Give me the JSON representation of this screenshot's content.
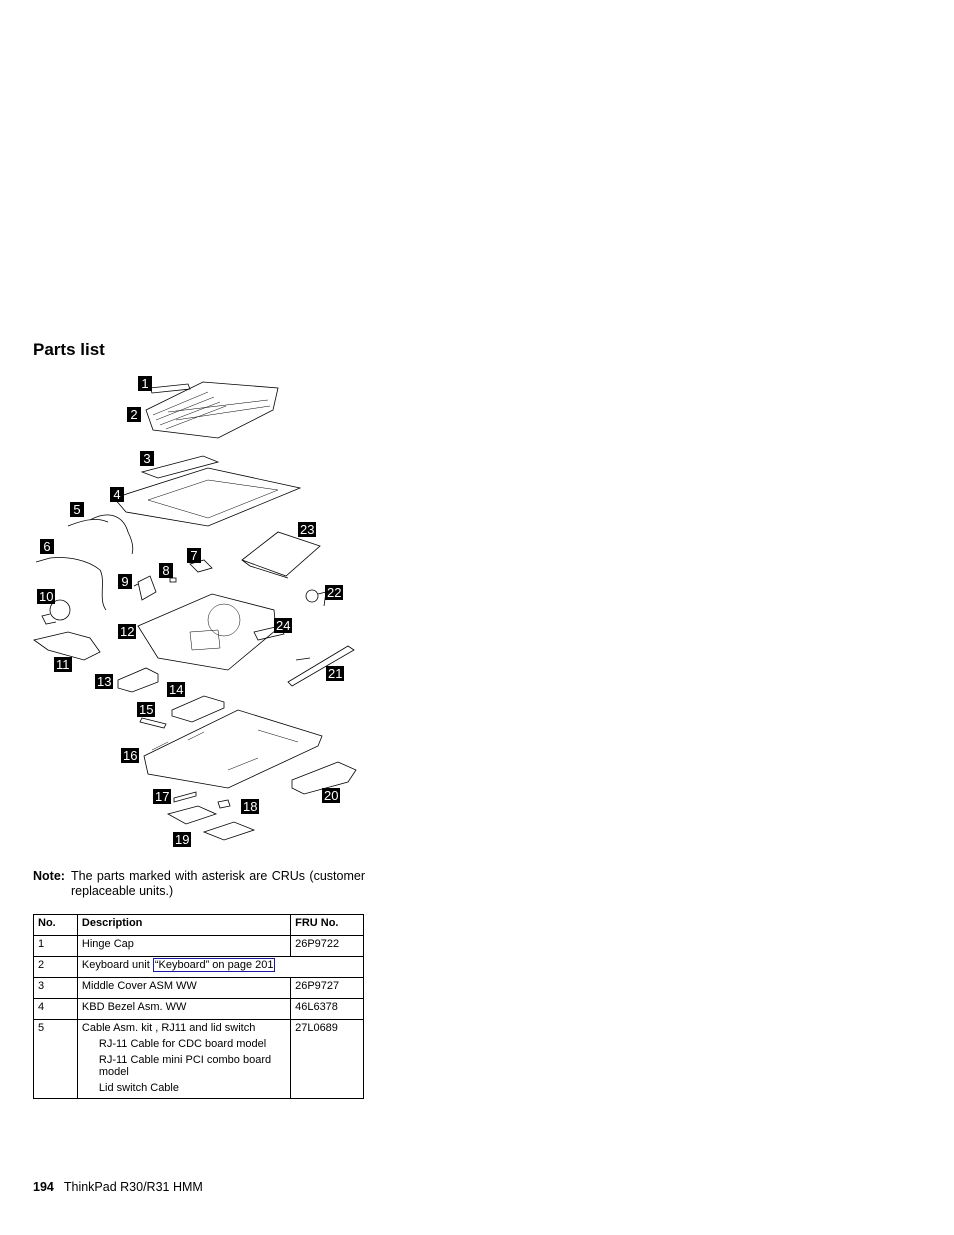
{
  "title": "Parts list",
  "callouts": [
    "1",
    "2",
    "3",
    "4",
    "5",
    "6",
    "7",
    "8",
    "9",
    "10",
    "11",
    "12",
    "13",
    "14",
    "15",
    "16",
    "17",
    "18",
    "19",
    "20",
    "21",
    "22",
    "23",
    "24"
  ],
  "note": {
    "label": "Note:",
    "text": "The parts marked with asterisk are CRUs (customer replaceable units.)"
  },
  "table": {
    "headers": [
      "No.",
      "Description",
      "FRU No."
    ],
    "rows": [
      {
        "no": "1",
        "desc": "Hinge Cap",
        "fru": "26P9722"
      },
      {
        "no": "2",
        "desc": "Keyboard unit ",
        "link": "“Keyboard” on page 201",
        "fru": ""
      },
      {
        "no": "3",
        "desc": "Middle Cover ASM WW",
        "fru": "26P9727"
      },
      {
        "no": "4",
        "desc": "KBD Bezel Asm. WW",
        "fru": "46L6378"
      },
      {
        "no": "5",
        "desc": "Cable Asm. kit , RJ11 and lid switch",
        "fru": "27L0689",
        "sub": [
          "RJ-11 Cable for CDC board model",
          "RJ-11 Cable mini PCI combo board model",
          "Lid switch Cable"
        ]
      }
    ]
  },
  "footer": {
    "page": "194",
    "text": "ThinkPad R30/R31 HMM"
  }
}
